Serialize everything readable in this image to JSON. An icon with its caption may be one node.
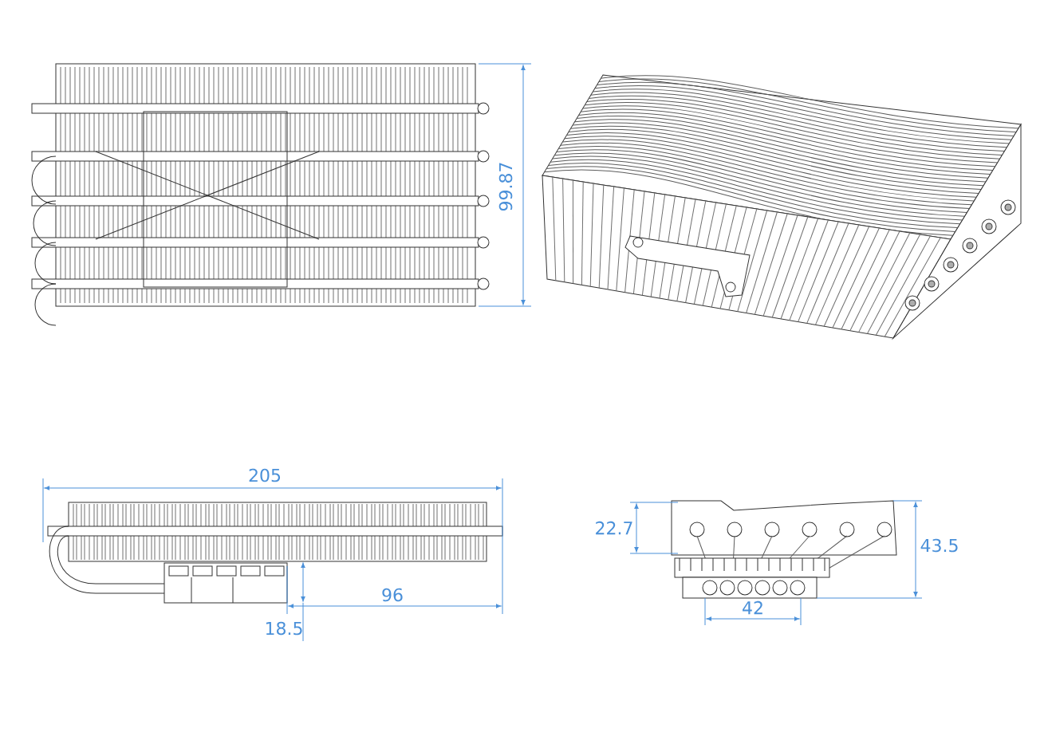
{
  "diagram": {
    "labels": [
      "99.87",
      "205",
      "22.7",
      "43.5",
      "96",
      "42",
      "18.5"
    ]
  }
}
